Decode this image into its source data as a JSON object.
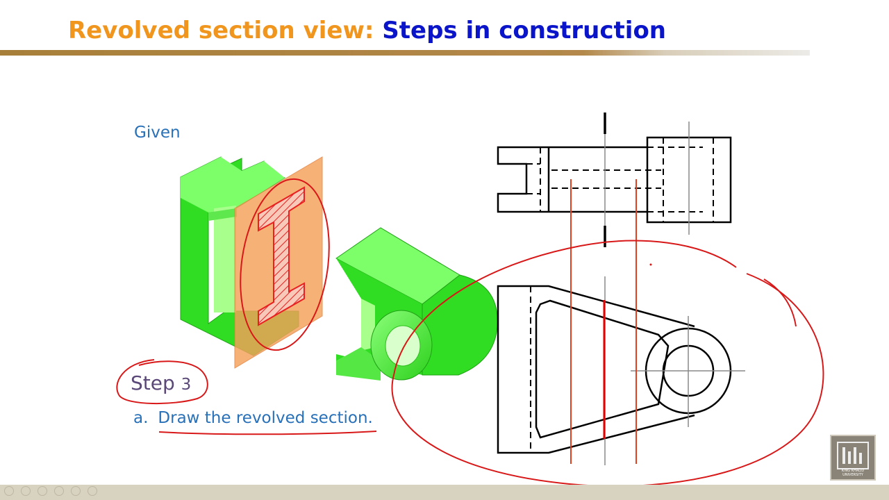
{
  "slide": {
    "title_part1": "Revolved section view: ",
    "title_part2": "Steps in construction",
    "given_label": "Given",
    "step_word": "Step",
    "step_number": "3",
    "instruction_marker": "a.",
    "instruction_text": "Draw the revolved section.",
    "logo_text": "KING KHALID UNIVERSITY"
  },
  "colors": {
    "title_orange": "#f0961e",
    "title_blue": "#0a14c8",
    "text_blue": "#2870b8",
    "step_purple": "#5a4878",
    "part_green": "#33dd22",
    "cut_plane_orange": "#f5a05a",
    "section_red": "#e82020",
    "annotation_red": "#d81818"
  },
  "footer": {
    "nav_icons": [
      "prev-icon",
      "next-icon",
      "pen-icon",
      "slides-icon",
      "zoom-icon",
      "more-icon"
    ]
  }
}
